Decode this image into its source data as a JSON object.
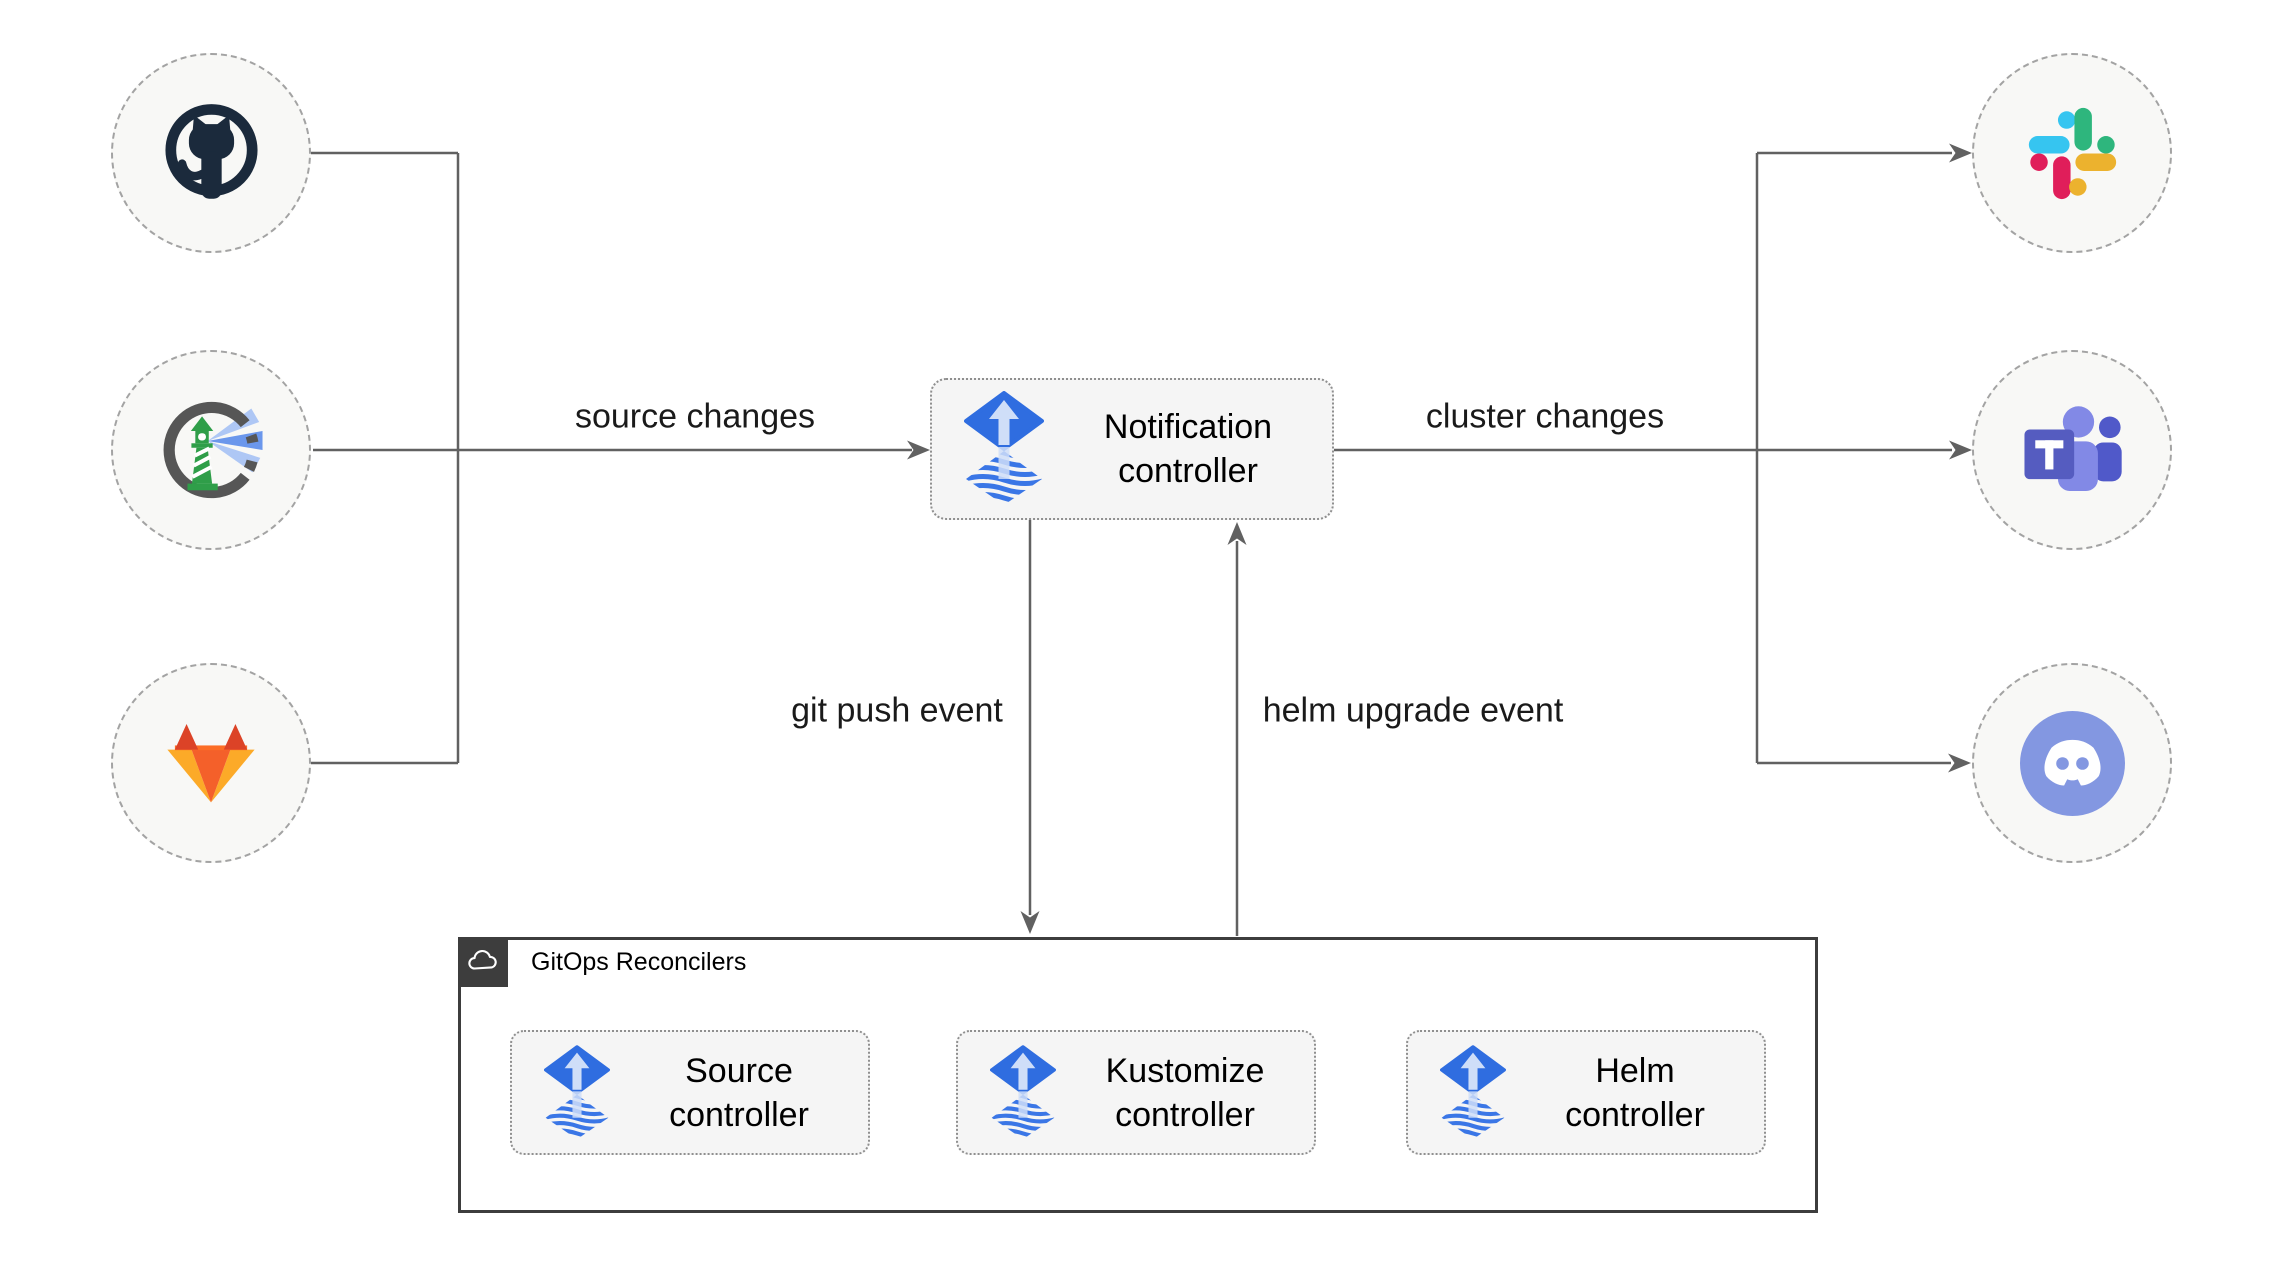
{
  "colors": {
    "background": "#ffffff",
    "connector": "#616161",
    "label_text": "#1a1a1a",
    "node_fill": "#f8f8f6",
    "node_border": "#a3a3a3",
    "box_fill": "#f5f5f5",
    "box_border": "#8f8f8f",
    "container_border": "#3d3d3d",
    "flux_blue": "#2f6de0",
    "flux_light_arrow": "#cfdef8",
    "github_dark": "#1b2a3c",
    "harbor_gray": "#565656",
    "harbor_green": "#2f9e49",
    "harbor_beam": "#6b97ec",
    "gitlab_red": "#dc4327",
    "gitlab_orange": "#f4602a",
    "gitlab_amber": "#fcaa28",
    "slack_blue": "#36c5f0",
    "slack_green": "#2eb67d",
    "slack_pink": "#e01e5a",
    "slack_yellow": "#ecb22e",
    "teams_indigo": "#555cc0",
    "teams_light": "#8289e6",
    "teams_mid": "#5059c9",
    "discord_blurple": "#8397e1"
  },
  "sources": [
    {
      "icon": "github-icon"
    },
    {
      "icon": "harbor-icon"
    },
    {
      "icon": "gitlab-icon"
    }
  ],
  "targets": [
    {
      "icon": "slack-icon"
    },
    {
      "icon": "teams-icon"
    },
    {
      "icon": "discord-icon"
    }
  ],
  "notification_box": {
    "label": "Notification controller"
  },
  "edge_labels": {
    "source_changes": "source changes",
    "cluster_changes": "cluster changes",
    "git_push_event": "git push event",
    "helm_upgrade_event": "helm upgrade event"
  },
  "reconcilers": {
    "title": "GitOps Reconcilers",
    "boxes": [
      {
        "label": "Source controller"
      },
      {
        "label": "Kustomize controller"
      },
      {
        "label": "Helm controller"
      }
    ]
  }
}
